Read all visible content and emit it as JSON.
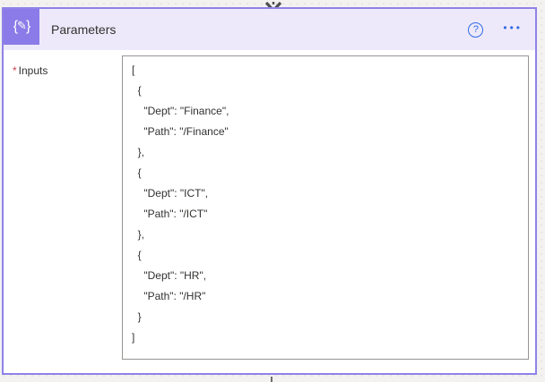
{
  "connector": {
    "top_arrow_icon": "down-arrow-icon",
    "bottom_stub": "connector-line"
  },
  "card": {
    "title": "Parameters",
    "icon_glyph": {
      "open": "{",
      "pencil": "✎",
      "close": "}"
    },
    "header": {
      "help_glyph": "?",
      "menu_glyph": "•••"
    },
    "fields": {
      "inputs": {
        "required_mark": "*",
        "label": "Inputs",
        "value": "[\n  {\n    \"Dept\": \"Finance\",\n    \"Path\": \"/Finance\"\n  },\n  {\n    \"Dept\": \"ICT\",\n    \"Path\": \"/ICT\"\n  },\n  {\n    \"Dept\": \"HR\",\n    \"Path\": \"/HR\"\n  }\n]"
      }
    }
  },
  "colors": {
    "accent_purple": "#8a7be8",
    "card_border": "#8f82e8",
    "header_bg": "#eee9fa",
    "action_blue": "#2f6be4",
    "required_red": "#c8404f",
    "text": "#323130",
    "canvas_bg": "#f3f2f1",
    "input_border": "#979593"
  }
}
